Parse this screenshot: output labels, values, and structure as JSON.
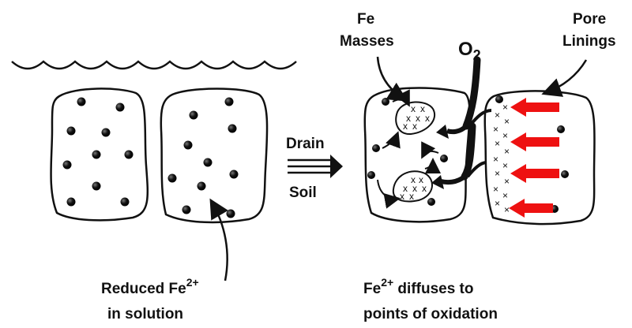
{
  "labels": {
    "fe_masses_line1": "Fe",
    "fe_masses_line2": "Masses",
    "o2_main": "O",
    "o2_sub": "2",
    "pore_linings_line1": "Pore",
    "pore_linings_line2": "Linings",
    "drain": "Drain",
    "soil": "Soil",
    "reduced_main": "Reduced Fe",
    "reduced_sup": "2+",
    "reduced_line2": "in solution",
    "diffuses_main": "Fe",
    "diffuses_sup": "2+",
    "diffuses_rest": " diffuses to",
    "diffuses_line2": "points of oxidation"
  },
  "colors": {
    "ink": "#111111",
    "arrow_red": "#ee1111",
    "background": "#ffffff"
  },
  "icons": {
    "water_surface": "wavy-line",
    "ion": "black-dot",
    "oxidized_iron": "x-mark",
    "flow": "double-arrow"
  }
}
